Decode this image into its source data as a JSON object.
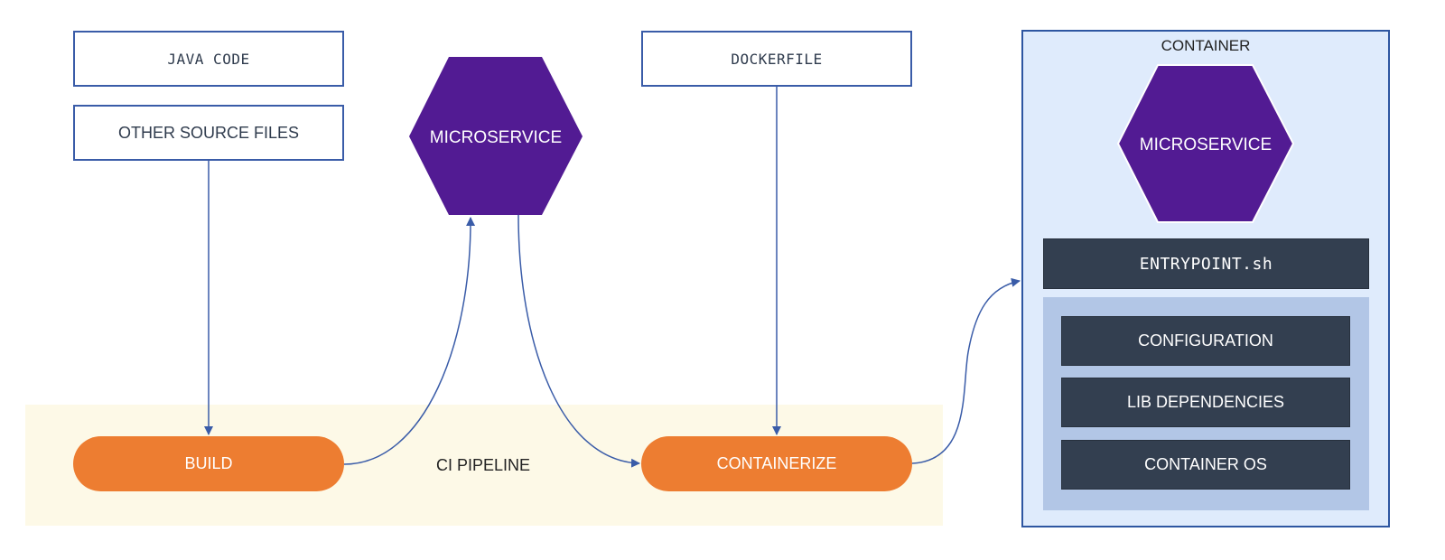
{
  "sources": {
    "java_code": "JAVA CODE",
    "other_source_files": "OTHER SOURCE FILES",
    "dockerfile": "DOCKERFILE"
  },
  "pipeline": {
    "label": "CI PIPELINE",
    "build": "BUILD",
    "containerize": "CONTAINERIZE"
  },
  "artifact": {
    "microservice": "MICROSERVICE"
  },
  "container": {
    "title": "CONTAINER",
    "microservice": "MICROSERVICE",
    "entrypoint": "ENTRYPOINT.sh",
    "layers": [
      "CONFIGURATION",
      "LIB DEPENDENCIES",
      "CONTAINER OS"
    ]
  },
  "colors": {
    "box_border": "#3a5ca8",
    "ci_band": "#fdf9e7",
    "pill": "#ed7d31",
    "hexagon": "#521b93",
    "dark_box": "#333f50",
    "container_bg": "#dfebfc",
    "layer_panel": "#b2c6e6",
    "connector": "#3a5ca8"
  }
}
